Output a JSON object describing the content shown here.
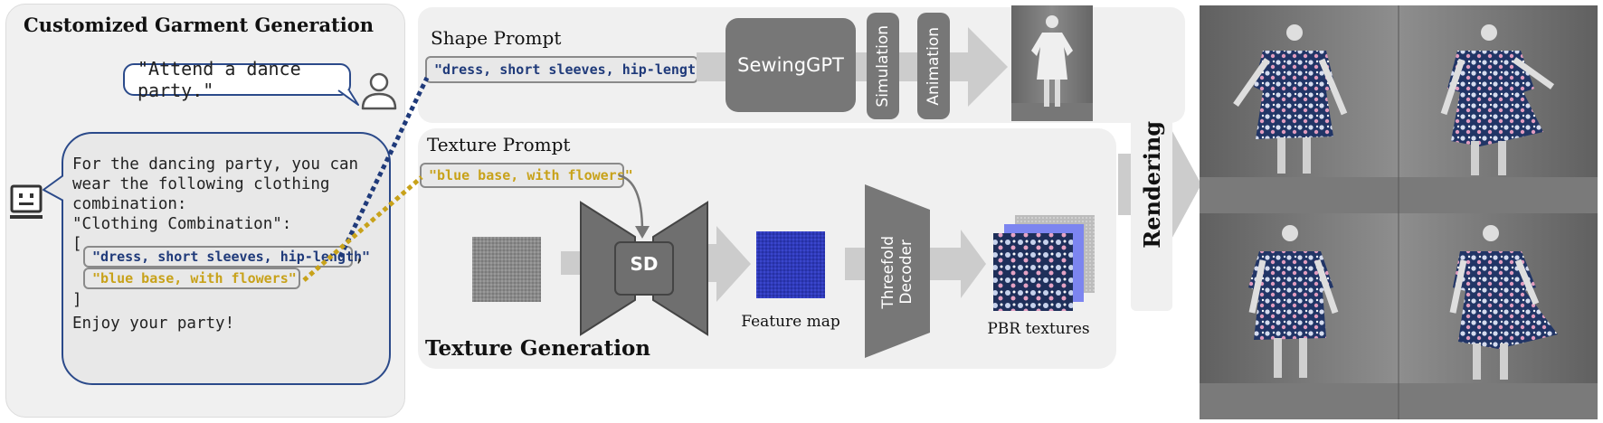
{
  "left_panel": {
    "title": "Customized Garment Generation",
    "user_message": "\"Attend a dance party.\"",
    "ai_lines": [
      "For the dancing party, you can",
      "wear the following clothing",
      "combination:",
      "\"Clothing Combination\":",
      "["
    ],
    "ai_item_shape": "\"dress, short sleeves, hip-length\"",
    "ai_item_comma": ",",
    "ai_item_texture": "\"blue base, with flowers\"",
    "ai_close": "]",
    "ai_end": "Enjoy your party!",
    "user_icon": "user-icon",
    "bot_icon": "robot-icon"
  },
  "shape_panel": {
    "title": "Shape Prompt",
    "prompt": "\"dress, short sleeves, hip-length\"",
    "sewing": "SewingGPT",
    "simulation": "Simulation",
    "animation": "Animation"
  },
  "texture_panel": {
    "title": "Texture Prompt",
    "prompt": "\"blue base, with flowers\"",
    "sd": "SD",
    "feature_map": "Feature map",
    "decoder_line1": "Threefold",
    "decoder_line2": "Decoder",
    "pbr": "PBR textures",
    "section_title": "Texture Generation"
  },
  "rendering": {
    "label": "Rendering"
  },
  "colors": {
    "accent_blue": "#1f3a7a",
    "accent_gold": "#c8a21a",
    "bubble_border": "#2b4a8a",
    "block_grey": "#777777"
  }
}
